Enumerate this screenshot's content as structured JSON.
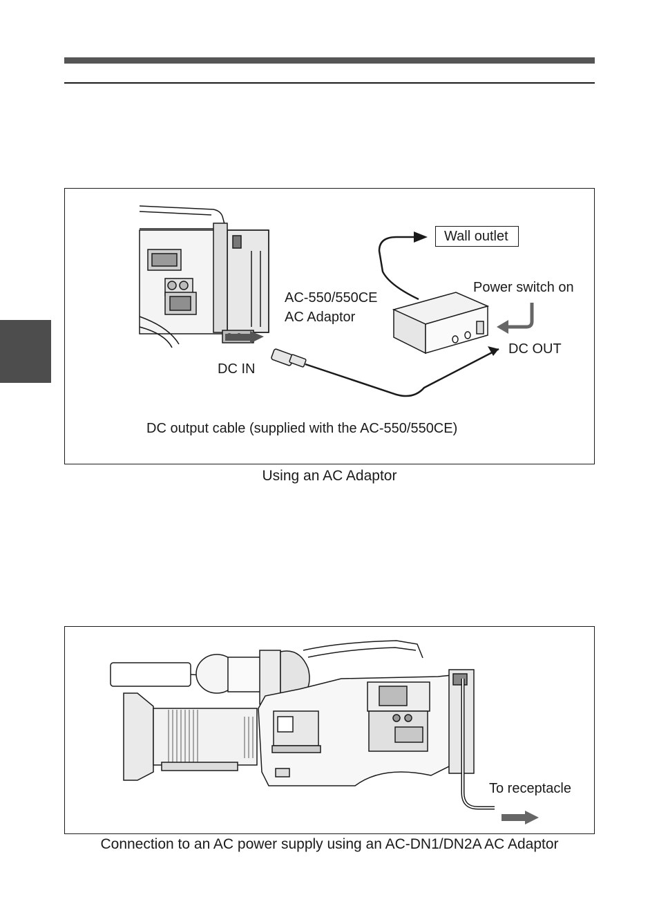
{
  "figure1": {
    "labels": {
      "wall_outlet": "Wall outlet",
      "power_switch": "Power switch on",
      "adaptor_model": "AC-550/550CE",
      "adaptor_name": "AC Adaptor",
      "dc_out": "DC OUT",
      "dc_in": "DC IN",
      "cable_note": "DC output cable (supplied with the AC-550/550CE)"
    },
    "caption": "Using an AC Adaptor"
  },
  "figure2": {
    "labels": {
      "receptacle": "To receptacle"
    },
    "caption": "Connection to an AC power supply using an AC-DN1/DN2A AC Adaptor"
  }
}
